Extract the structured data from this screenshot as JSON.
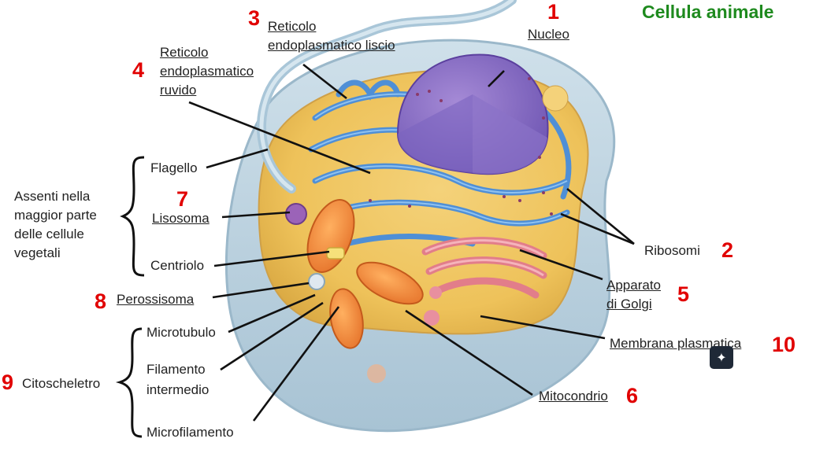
{
  "title": "Cellula animale",
  "group_label": [
    "Assenti nella",
    "maggior parte",
    "delle cellule",
    "vegetali"
  ],
  "labels": {
    "nucleo": "Nucleo",
    "rel": [
      "Reticolo",
      "endoplasmatico liscio"
    ],
    "rer": [
      "Reticolo",
      "endoplasmatico",
      "ruvido"
    ],
    "flagello": "Flagello",
    "lisosoma": "Lisosoma",
    "centriolo": "Centriolo",
    "perossisoma": "Perossisoma",
    "citoscheletro": "Citoscheletro",
    "microtubulo": "Microtubulo",
    "filamento": [
      "Filamento",
      "intermedio"
    ],
    "microfilamento": "Microfilamento",
    "ribosomi": "Ribosomi",
    "golgi": [
      "Apparato",
      "di Golgi"
    ],
    "membrana": "Membrana plasmatica",
    "mitocondrio": "Mitocondrio"
  },
  "numbers": {
    "nucleo": "1",
    "ribosomi": "2",
    "rel": "3",
    "rer": "4",
    "golgi": "5",
    "mitocondrio": "6",
    "lisosoma": "7",
    "perossisoma": "8",
    "citoscheletro": "9",
    "membrana": "10"
  },
  "colors": {
    "number": "#e10000",
    "title": "#1e8a1e"
  },
  "icons": {
    "sparkle": "sparkle-icon"
  }
}
